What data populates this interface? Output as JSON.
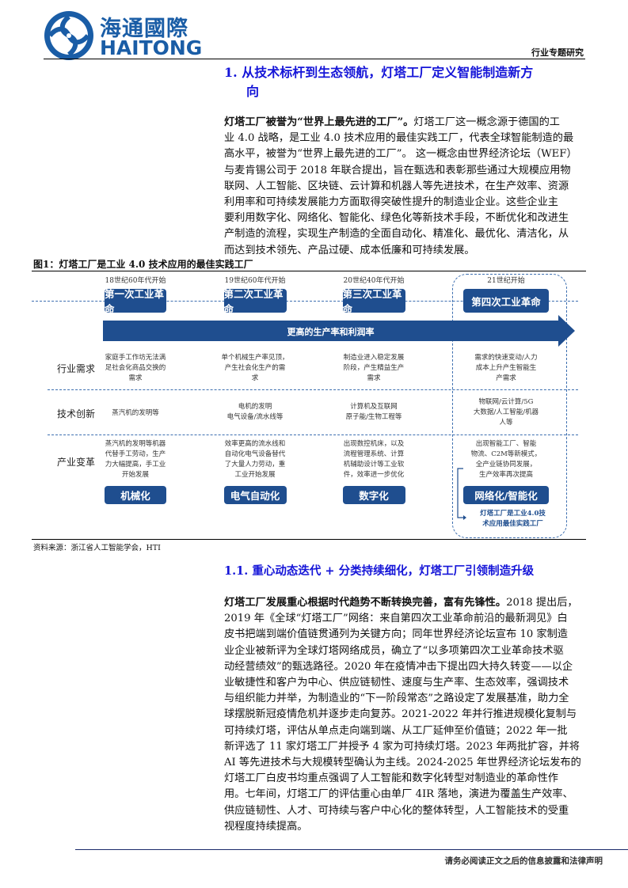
{
  "header": {
    "logo_cn": "海通國際",
    "logo_en": "HAITONG",
    "category": "行业专题研究"
  },
  "section1": {
    "title_lines": [
      "1.  从技术标杆到生态领航，灯塔工厂定义智能制造新方",
      "向"
    ],
    "para_lead": "灯塔工厂被誉为“世界上最先进的工厂”。",
    "para_lines": [
      "灯塔工厂这一概念源于德国的工",
      "业 4.0 战略，是工业 4.0 技术应用的最佳实践工厂，代表全球智能制造的最",
      "高水平，被誉为“世界上最先进的工厂”。 这一概念由世界经济论坛（WEF）",
      "与麦肯锡公司于 2018 年联合提出，旨在甄选和表彰那些通过大规模应用物",
      "联网、人工智能、区块链、云计算和机器人等先进技术，在生产效率、资源",
      "利用率和可持续发展能力方面取得突破性提升的制造业企业。这些企业主",
      "要利用数字化、网络化、智能化、绿色化等新技术手段，不断优化和改进生",
      "产制造的流程，实现生产制造的全面自动化、精准化、最优化、清洁化，从",
      "而达到技术领先、产品过硬、成本低廉和可持续发展。"
    ]
  },
  "figure": {
    "title": "图1：灯塔工厂是工业 4.0 技术应用的最佳实践工厂",
    "eras": [
      {
        "period": "18世纪60年代开始",
        "name": "第一次工业革命",
        "demand": [
          "家庭手工作坊无法满",
          "足社会化商品交换的",
          "需求"
        ],
        "tech": [
          "蒸汽机的发明等"
        ],
        "change": [
          "蒸汽机的发明等机器",
          "代替手工劳动，生产",
          "力大幅提高，手工业",
          "开始发展"
        ],
        "label": "机械化"
      },
      {
        "period": "19世纪60年代开始",
        "name": "第二次工业革命",
        "demand": [
          "单个机械生产率见顶，",
          "产生社会化生产的需",
          "求"
        ],
        "tech": [
          "电机的发明",
          "电气设备/流水线等"
        ],
        "change": [
          "效率更高的流水线和",
          "自动化电气设备替代",
          "了大量人力劳动，重",
          "工业开始发展"
        ],
        "label": "电气自动化"
      },
      {
        "period": "20世纪40年代开始",
        "name": "第三次工业革命",
        "demand": [
          "制造业进入稳定发展",
          "阶段，产生精益生产",
          "需求"
        ],
        "tech": [
          "计算机及互联网",
          "原子能/生物工程等"
        ],
        "change": [
          "出现数控机床，以及",
          "流程管理系统、计算",
          "机辅助设计等工业软",
          "件，效率进一步优化"
        ],
        "label": "数字化"
      },
      {
        "period": "21世纪开始",
        "name": "第四次工业革命",
        "demand": [
          "需求的快速变动/人力",
          "成本上升产生智能生",
          "产需求"
        ],
        "tech": [
          "物联网/云计算/5G",
          "大数据/人工智能/机器",
          "人等"
        ],
        "change": [
          "出现智能工厂、智能",
          "物流、C2M等新模式，",
          "全产业链协同发展，",
          "生产效率再次提高"
        ],
        "label": "网络化/智能化"
      }
    ],
    "arrow_label": "更高的生产率和利润率",
    "rows": [
      "行业需求",
      "技术创新",
      "产业变革"
    ],
    "note": [
      "灯塔工厂是工业4.0技",
      "术应用最佳实践工厂"
    ],
    "source": "资料来源：浙江省人工智能学会，HTI"
  },
  "section11": {
    "title": "1.1.  重心动态迭代 + 分类持续细化，灯塔工厂引领制造升级",
    "para_lead": "灯塔工厂发展重心根据时代趋势不断转换完善，富有先锋性。",
    "para_lines": [
      "2018 提出后，",
      "2019 年《全球“灯塔工厂”网络：来自第四次工业革命前沿的最新洞见》白",
      "皮书把端到端价值链贯通列为关键方向；同年世界经济论坛宣布 10 家制造",
      "业企业被新评为全球灯塔网络成员，确立了“以多项第四次工业革命技术驱",
      "动经营绩效”的甄选路径。2020 年在疫情冲击下提出四大持久转变——以企",
      "业敏捷性和客户为中心、供应链韧性、速度与生产率、生态效率，强调技术",
      "与组织能力并举，为制造业的“下一阶段常态”之路设定了发展基准，助力全",
      "球摆脱新冠疫情危机并逐步走向复苏。2021-2022 年并行推进规模化复制与",
      "可持续灯塔，评估从单点走向端到端、从工厂延伸至价值链；2022 年一批",
      "新评选了 11 家灯塔工厂并授予 4 家为可持续灯塔。2023 年两批扩容，并将",
      "AI 等先进技术与大规模转型确认为主线。2024-2025 年世界经济论坛发布的",
      "灯塔工厂白皮书均重点强调了人工智能和数字化转型对制造业的革命性作",
      "用。七年间，灯塔工厂的评估重心由单厂 4IR 落地，演进为覆盖生产效率、",
      "供应链韧性、人才、可持续与客户中心化的整体转型，人工智能技术的受重",
      "视程度持续提高。"
    ]
  },
  "footer": {
    "disclaimer": "请务必阅读正文之后的信息披露和法律声明"
  }
}
